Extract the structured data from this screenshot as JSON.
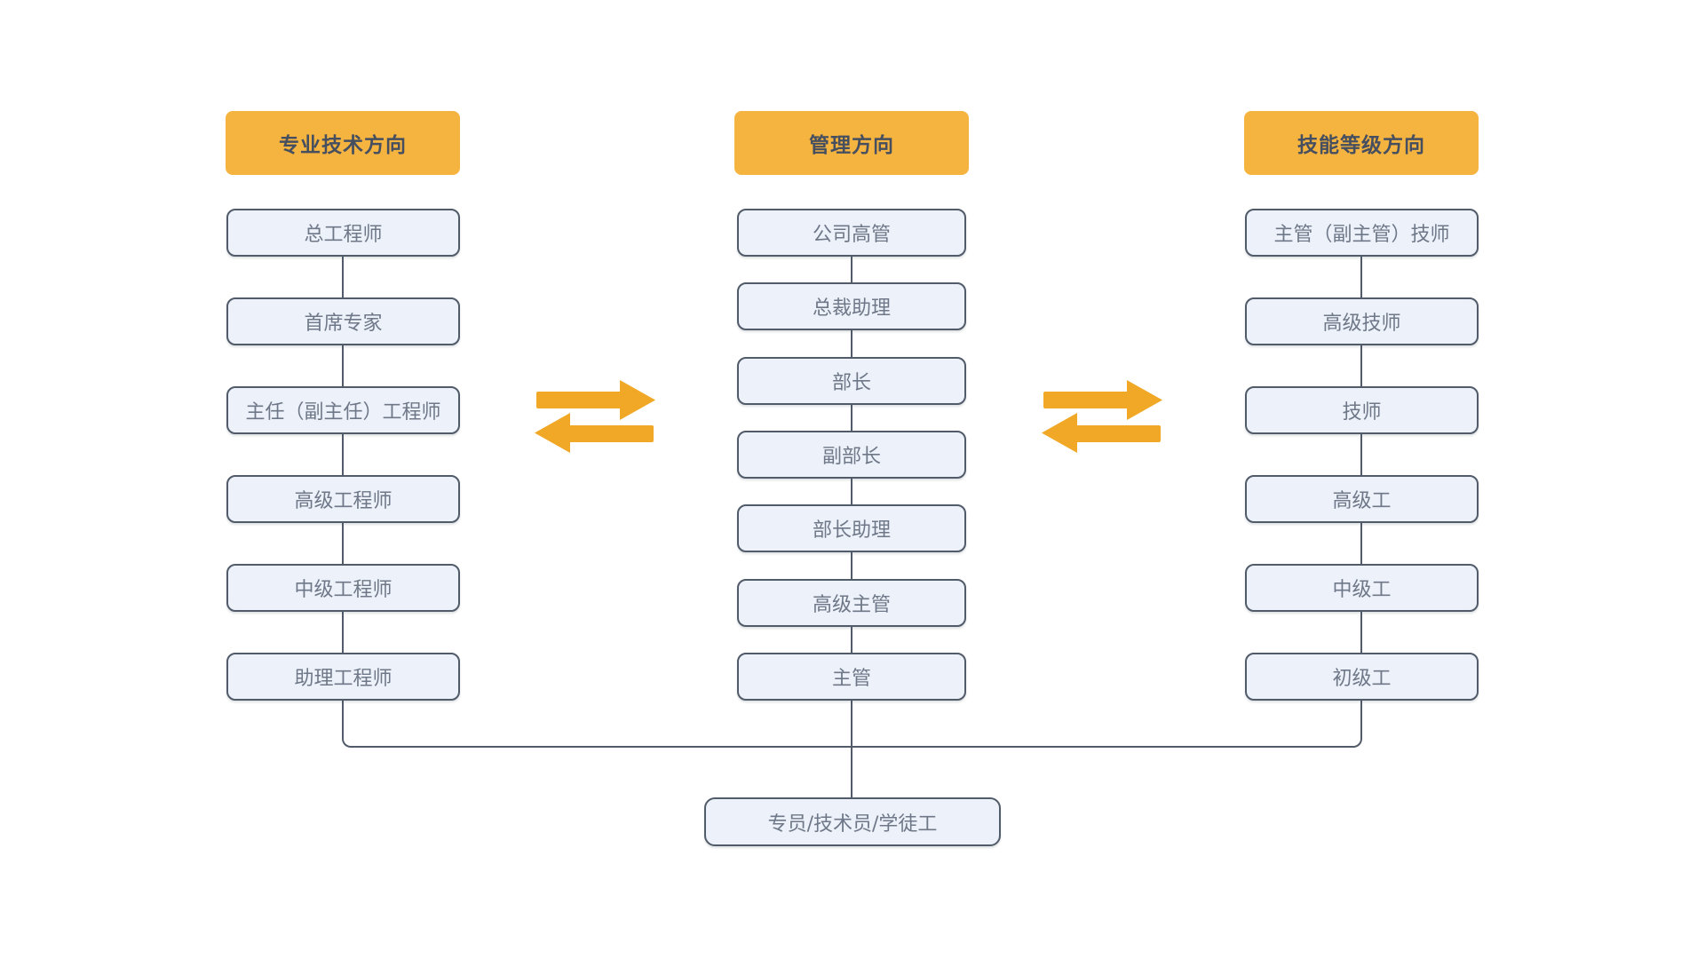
{
  "diagram": {
    "type": "career-path-flowchart",
    "columns": [
      {
        "header": "专业技术方向",
        "items": [
          "总工程师",
          "首席专家",
          "主任（副主任）工程师",
          "高级工程师",
          "中级工程师",
          "助理工程师"
        ]
      },
      {
        "header": "管理方向",
        "items": [
          "公司高管",
          "总裁助理",
          "部长",
          "副部长",
          "部长助理",
          "高级主管",
          "主管"
        ]
      },
      {
        "header": "技能等级方向",
        "items": [
          "主管（副主管）技师",
          "高级技师",
          "技师",
          "高级工",
          "中级工",
          "初级工"
        ]
      }
    ],
    "base_item": "专员/技术员/学徒工",
    "icons": [
      "swap-arrows-icon",
      "swap-arrows-icon"
    ],
    "colors": {
      "header_bg": "#F5B340",
      "header_text": "#454F5F",
      "arrow": "#F0A826",
      "box_bg": "#EDF1F9",
      "box_border": "#515B69",
      "box_text": "#6E7888",
      "connector_line": "#515B69",
      "page_bg": "#FFFFFF"
    }
  }
}
